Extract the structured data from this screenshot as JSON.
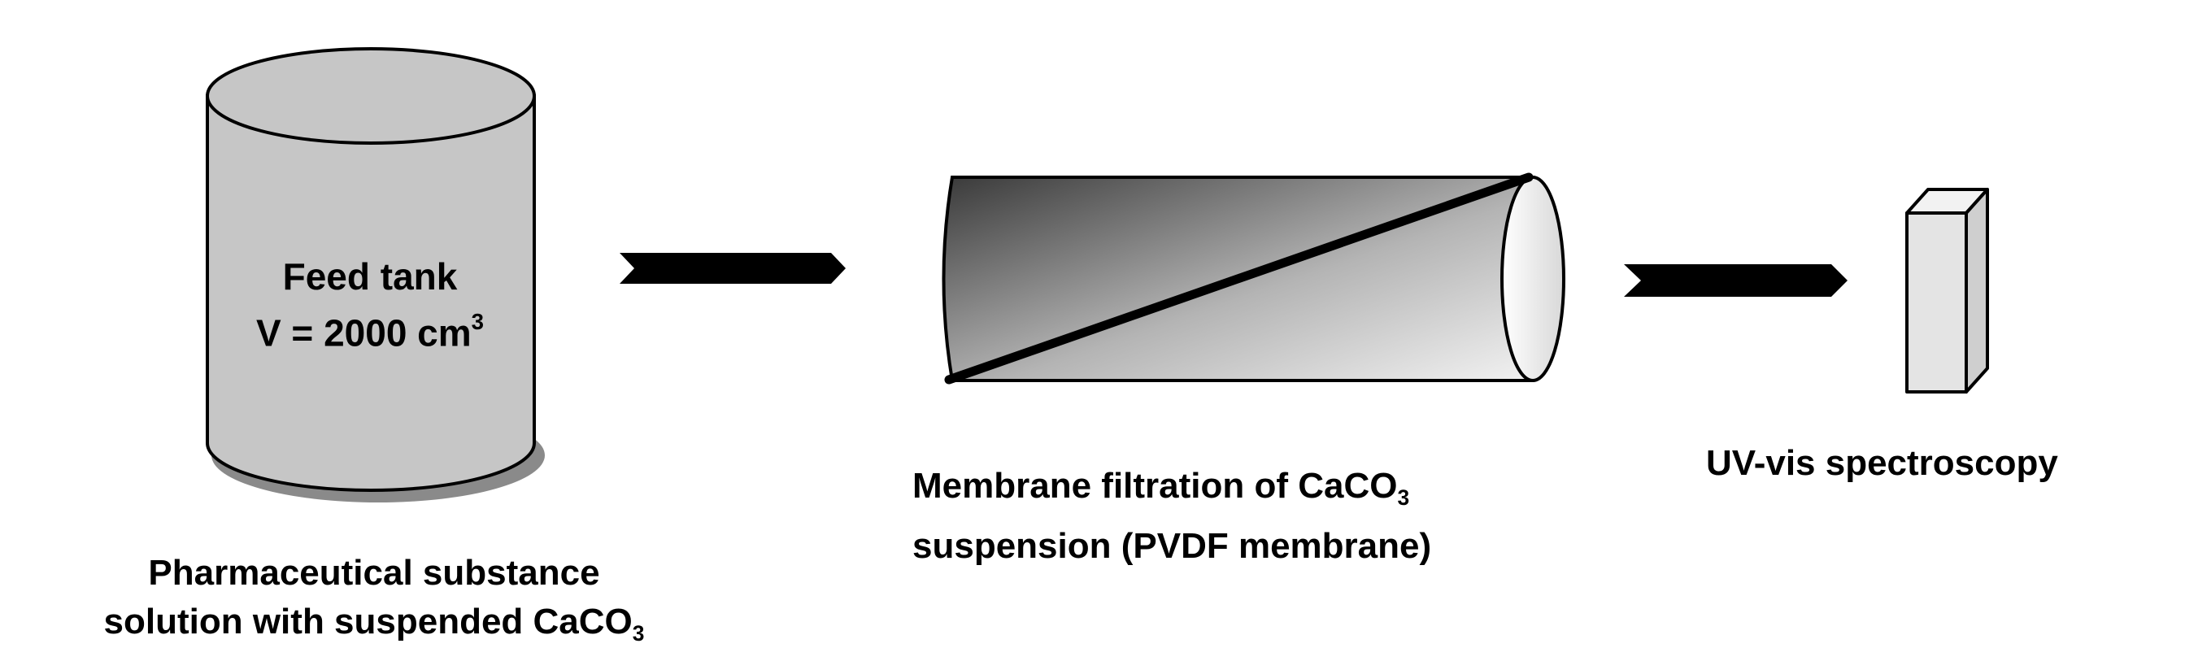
{
  "feed_tank": {
    "title": "Feed tank",
    "volume_prefix": "V = 2000 cm",
    "volume_exponent": "3"
  },
  "feed_caption": {
    "line1": "Pharmaceutical substance",
    "line2_prefix": "solution with suspended CaCO",
    "line2_subscript": "3"
  },
  "membrane_caption": {
    "line1_prefix": "Membrane filtration of CaCO",
    "line1_subscript": "3",
    "line2": "suspension (PVDF membrane)"
  },
  "uv_caption": "UV-vis spectroscopy",
  "colors": {
    "tank_fill": "#c6c6c6",
    "tank_shadow": "#8a8a8a",
    "cuvette_fill": "#e4e4e4",
    "stroke": "#000000"
  }
}
